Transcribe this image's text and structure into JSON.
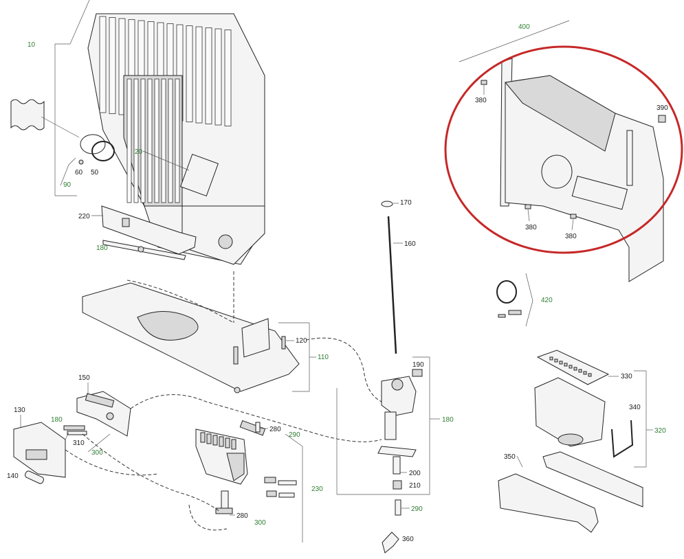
{
  "highlight_color": "#c62828",
  "label_colors": {
    "black": "#1a1a1a",
    "green": "#2e7d32"
  },
  "labels": {
    "l10": "10",
    "l20": "20",
    "l50": "50",
    "l60": "60",
    "l90": "90",
    "l110": "110",
    "l120": "120",
    "l130": "130",
    "l140": "140",
    "l150": "150",
    "l160": "160",
    "l170": "170",
    "l180a": "180",
    "l180b": "180",
    "l180c": "180",
    "l190": "190",
    "l200": "200",
    "l210": "210",
    "l220": "220",
    "l230": "230",
    "l280a": "280",
    "l280b": "280",
    "l290a": "290",
    "l290b": "290",
    "l300a": "300",
    "l300b": "300",
    "l310": "310",
    "l320": "320",
    "l330": "330",
    "l340": "340",
    "l350": "350",
    "l360": "360",
    "l380a": "380",
    "l380b": "380",
    "l380c": "380",
    "l390": "390",
    "l400": "400",
    "l420": "420"
  }
}
